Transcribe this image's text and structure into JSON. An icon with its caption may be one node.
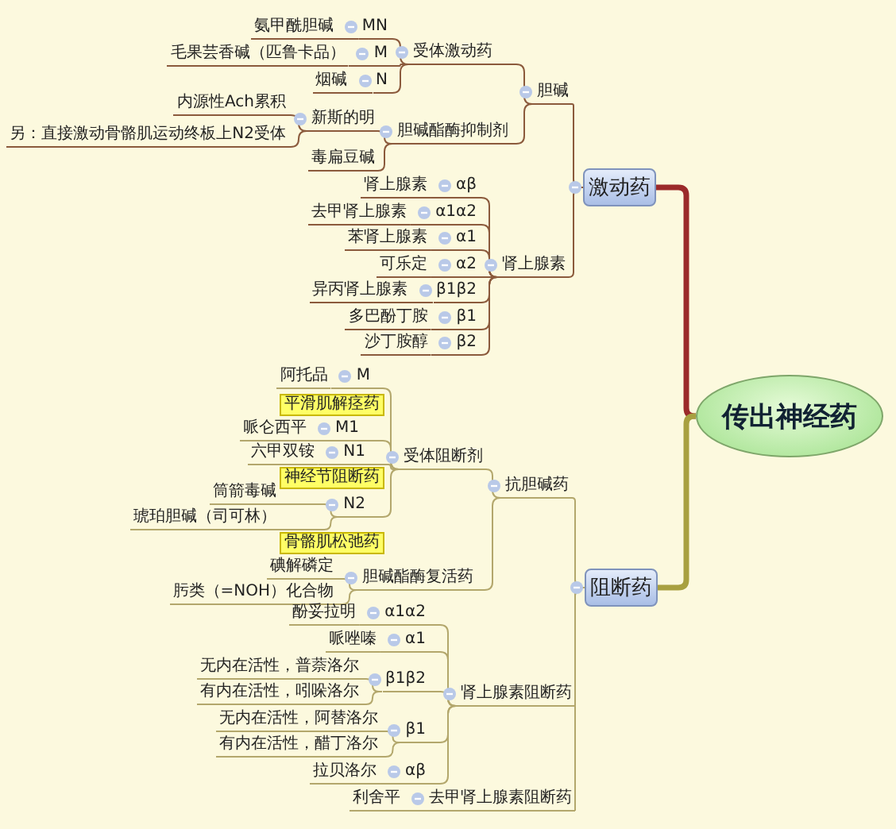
{
  "diagram": {
    "nodes": [
      {
        "text": [
          "传出神经药"
        ]
      },
      {
        "text": [
          "激动药"
        ]
      },
      {
        "text": [
          "胆碱"
        ]
      },
      {
        "text": [
          "受体激动药"
        ]
      },
      {
        "text": [
          "MN"
        ]
      },
      {
        "text": [
          "氨甲酰胆碱"
        ]
      },
      {
        "text": [
          "M"
        ]
      },
      {
        "text": [
          "毛果芸香碱（匹鲁卡品）"
        ]
      },
      {
        "text": [
          "N"
        ]
      },
      {
        "text": [
          "烟碱"
        ]
      },
      {
        "text": [
          "胆碱酯酶抑制剂"
        ]
      },
      {
        "text": [
          "新斯的明"
        ]
      },
      {
        "text": [
          "内源性Ach累积"
        ]
      },
      {
        "text": [
          "另：直接激动骨骼肌运动终板上N2受体"
        ]
      },
      {
        "text": [
          "毒扁豆碱"
        ]
      },
      {
        "text": [
          "肾上腺素"
        ]
      },
      {
        "text": [
          "αβ"
        ]
      },
      {
        "text": [
          "肾上腺素"
        ]
      },
      {
        "text": [
          "α1α2"
        ]
      },
      {
        "text": [
          "去甲肾上腺素"
        ]
      },
      {
        "text": [
          "α1"
        ]
      },
      {
        "text": [
          "苯肾上腺素"
        ]
      },
      {
        "text": [
          "α2"
        ]
      },
      {
        "text": [
          "可乐定"
        ]
      },
      {
        "text": [
          "β1β2"
        ]
      },
      {
        "text": [
          "异丙肾上腺素"
        ]
      },
      {
        "text": [
          "β1"
        ]
      },
      {
        "text": [
          "多巴酚丁胺"
        ]
      },
      {
        "text": [
          "β2"
        ]
      },
      {
        "text": [
          "沙丁胺醇"
        ]
      },
      {
        "text": [
          "阻断药"
        ]
      },
      {
        "text": [
          "抗胆碱药"
        ]
      },
      {
        "text": [
          "受体阻断剂"
        ]
      },
      {
        "text": [
          "M"
        ]
      },
      {
        "text": [
          "阿托品"
        ]
      },
      {
        "text": [
          "平滑肌解痉药"
        ]
      },
      {
        "text": [
          "M1"
        ]
      },
      {
        "text": [
          "哌仑西平"
        ]
      },
      {
        "text": [
          "N1"
        ]
      },
      {
        "text": [
          "六甲双铵"
        ]
      },
      {
        "text": [
          "神经节阻断药"
        ]
      },
      {
        "text": [
          "N2"
        ]
      },
      {
        "text": [
          "筒箭毒碱"
        ]
      },
      {
        "text": [
          "琥珀胆碱（司可林）"
        ]
      },
      {
        "text": [
          "骨骼肌松弛药"
        ]
      },
      {
        "text": [
          "胆碱酯酶复活药"
        ]
      },
      {
        "text": [
          "碘解磷定"
        ]
      },
      {
        "text": [
          "肟类（=NOH）化合物"
        ]
      },
      {
        "text": [
          "肾上腺素阻断药"
        ]
      },
      {
        "text": [
          "α1α2"
        ]
      },
      {
        "text": [
          "酚妥拉明"
        ]
      },
      {
        "text": [
          "α1"
        ]
      },
      {
        "text": [
          "哌唑嗪"
        ]
      },
      {
        "text": [
          "β1β2"
        ]
      },
      {
        "text": [
          "无内在活性，普萘洛尔"
        ]
      },
      {
        "text": [
          "有内在活性，吲哚洛尔"
        ]
      },
      {
        "text": [
          "β1"
        ]
      },
      {
        "text": [
          "无内在活性，阿替洛尔"
        ]
      },
      {
        "text": [
          "有内在活性，醋丁洛尔"
        ]
      },
      {
        "text": [
          "αβ"
        ]
      },
      {
        "text": [
          "拉贝洛尔"
        ]
      },
      {
        "text": [
          "去甲肾上腺素阻断药"
        ]
      },
      {
        "text": [
          "利舍平"
        ]
      }
    ],
    "edges": [
      {
        "from": 0,
        "to": 1,
        "arrow": "none",
        "style": "thick",
        "color": "#9b2a2a"
      },
      {
        "from": 0,
        "to": 30,
        "arrow": "none",
        "style": "thick",
        "color": "#a8a040"
      },
      {
        "from": 1,
        "to": 2,
        "arrow": "none",
        "color": "#8b5a3c"
      },
      {
        "from": 2,
        "to": 3,
        "arrow": "none",
        "color": "#8b5a3c"
      },
      {
        "from": 3,
        "to": 4,
        "arrow": "none",
        "color": "#8b5a3c"
      },
      {
        "from": 4,
        "to": 5,
        "arrow": "none",
        "color": "#8b5a3c"
      },
      {
        "from": 3,
        "to": 6,
        "arrow": "none",
        "color": "#8b5a3c"
      },
      {
        "from": 6,
        "to": 7,
        "arrow": "none",
        "color": "#8b5a3c"
      },
      {
        "from": 3,
        "to": 8,
        "arrow": "none",
        "color": "#8b5a3c"
      },
      {
        "from": 8,
        "to": 9,
        "arrow": "none",
        "color": "#8b5a3c"
      },
      {
        "from": 2,
        "to": 10,
        "arrow": "none",
        "color": "#8b5a3c"
      },
      {
        "from": 10,
        "to": 11,
        "arrow": "none",
        "color": "#8b5a3c"
      },
      {
        "from": 11,
        "to": 12,
        "arrow": "none",
        "color": "#8b5a3c"
      },
      {
        "from": 11,
        "to": 13,
        "arrow": "none",
        "color": "#8b5a3c"
      },
      {
        "from": 10,
        "to": 14,
        "arrow": "none",
        "color": "#8b5a3c"
      },
      {
        "from": 1,
        "to": 15,
        "arrow": "none",
        "color": "#8b5a3c"
      },
      {
        "from": 15,
        "to": 16,
        "arrow": "none",
        "color": "#8b5a3c"
      },
      {
        "from": 16,
        "to": 17,
        "arrow": "none",
        "color": "#8b5a3c"
      },
      {
        "from": 15,
        "to": 18,
        "arrow": "none",
        "color": "#8b5a3c"
      },
      {
        "from": 18,
        "to": 19,
        "arrow": "none",
        "color": "#8b5a3c"
      },
      {
        "from": 15,
        "to": 20,
        "arrow": "none",
        "color": "#8b5a3c"
      },
      {
        "from": 20,
        "to": 21,
        "arrow": "none",
        "color": "#8b5a3c"
      },
      {
        "from": 15,
        "to": 22,
        "arrow": "none",
        "color": "#8b5a3c"
      },
      {
        "from": 22,
        "to": 23,
        "arrow": "none",
        "color": "#8b5a3c"
      },
      {
        "from": 15,
        "to": 24,
        "arrow": "none",
        "color": "#8b5a3c"
      },
      {
        "from": 24,
        "to": 25,
        "arrow": "none",
        "color": "#8b5a3c"
      },
      {
        "from": 15,
        "to": 26,
        "arrow": "none",
        "color": "#8b5a3c"
      },
      {
        "from": 26,
        "to": 27,
        "arrow": "none",
        "color": "#8b5a3c"
      },
      {
        "from": 15,
        "to": 28,
        "arrow": "none",
        "color": "#8b5a3c"
      },
      {
        "from": 28,
        "to": 29,
        "arrow": "none",
        "color": "#8b5a3c"
      },
      {
        "from": 30,
        "to": 31,
        "arrow": "none"
      },
      {
        "from": 31,
        "to": 32,
        "arrow": "none"
      },
      {
        "from": 32,
        "to": 33,
        "arrow": "none"
      },
      {
        "from": 33,
        "to": 34,
        "arrow": "none"
      },
      {
        "from": 32,
        "to": 36,
        "arrow": "none"
      },
      {
        "from": 36,
        "to": 37,
        "arrow": "none"
      },
      {
        "from": 32,
        "to": 38,
        "arrow": "none"
      },
      {
        "from": 38,
        "to": 39,
        "arrow": "none"
      },
      {
        "from": 32,
        "to": 41,
        "arrow": "none"
      },
      {
        "from": 41,
        "to": 42,
        "arrow": "none"
      },
      {
        "from": 41,
        "to": 43,
        "arrow": "none"
      },
      {
        "from": 31,
        "to": 45,
        "arrow": "none"
      },
      {
        "from": 45,
        "to": 46,
        "arrow": "none"
      },
      {
        "from": 45,
        "to": 47,
        "arrow": "none"
      },
      {
        "from": 30,
        "to": 48,
        "arrow": "none"
      },
      {
        "from": 48,
        "to": 49,
        "arrow": "none"
      },
      {
        "from": 49,
        "to": 50,
        "arrow": "none"
      },
      {
        "from": 48,
        "to": 51,
        "arrow": "none"
      },
      {
        "from": 51,
        "to": 52,
        "arrow": "none"
      },
      {
        "from": 48,
        "to": 53,
        "arrow": "none"
      },
      {
        "from": 53,
        "to": 54,
        "arrow": "none"
      },
      {
        "from": 53,
        "to": 55,
        "arrow": "none"
      },
      {
        "from": 48,
        "to": 56,
        "arrow": "none"
      },
      {
        "from": 56,
        "to": 57,
        "arrow": "none"
      },
      {
        "from": 56,
        "to": 58,
        "arrow": "none"
      },
      {
        "from": 48,
        "to": 59,
        "arrow": "none"
      },
      {
        "from": 59,
        "to": 60,
        "arrow": "none"
      },
      {
        "from": 30,
        "to": 61,
        "arrow": "none"
      },
      {
        "from": 61,
        "to": 62,
        "arrow": "none"
      }
    ]
  }
}
